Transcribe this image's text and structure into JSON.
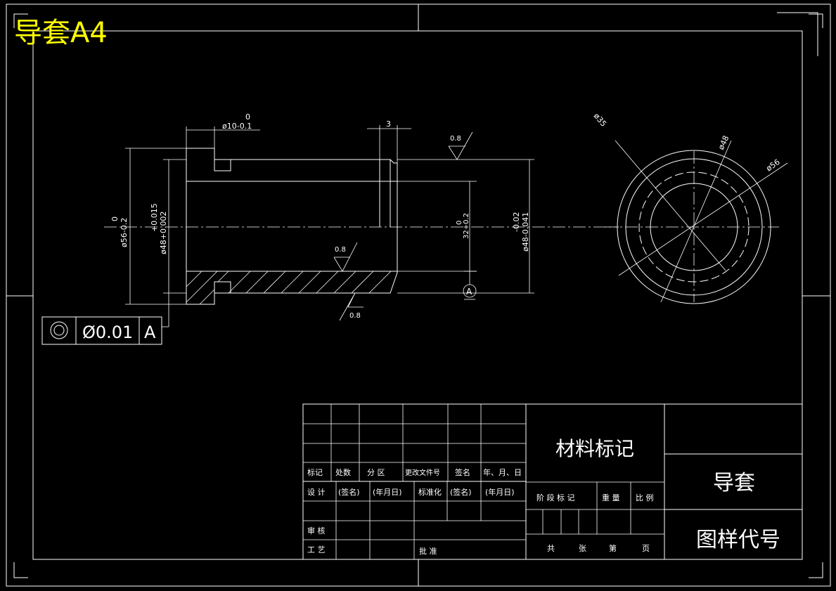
{
  "sheet_label": "导套A4",
  "dimensions": {
    "hole_tol_upper": "0",
    "hole_label": "ø10-0.1",
    "groove_width": "3",
    "outer_tol_upper": "0",
    "outer_label": "ø56-0.2",
    "bore_tol_upper": "+0.015",
    "bore_label": "ø48+0.002",
    "length_tol_upper": "0",
    "length_label": "32+0.2",
    "right_tol_upper": "-0.02",
    "right_label": "ø48-0.041",
    "roughness_top": "0.8",
    "roughness_mid": "0.8",
    "roughness_bottom": "0.8",
    "datum": "A",
    "end_dia_35": "ø35",
    "end_dia_48": "ø48",
    "end_dia_56": "ø56"
  },
  "tolerance_frame": {
    "symbol": "◎",
    "value": "Ø0.01",
    "datum": "A"
  },
  "title_block": {
    "rev_headers": [
      "标记",
      "处数",
      "分 区",
      "更改文件号",
      "签名",
      "年、月、日"
    ],
    "design_row": [
      "设 计",
      "(签名)",
      "(年月日)",
      "标准化",
      "(签名)",
      "(年月日)"
    ],
    "review": "审 核",
    "process": "工 艺",
    "approve": "批 准",
    "material": "材料标记",
    "stage_headers": [
      "阶 段 标 记",
      "重 量",
      "比 例"
    ],
    "sheet_row": [
      "共",
      "张",
      "第",
      "页"
    ],
    "part_name": "导套",
    "drawing_code": "图样代号"
  }
}
